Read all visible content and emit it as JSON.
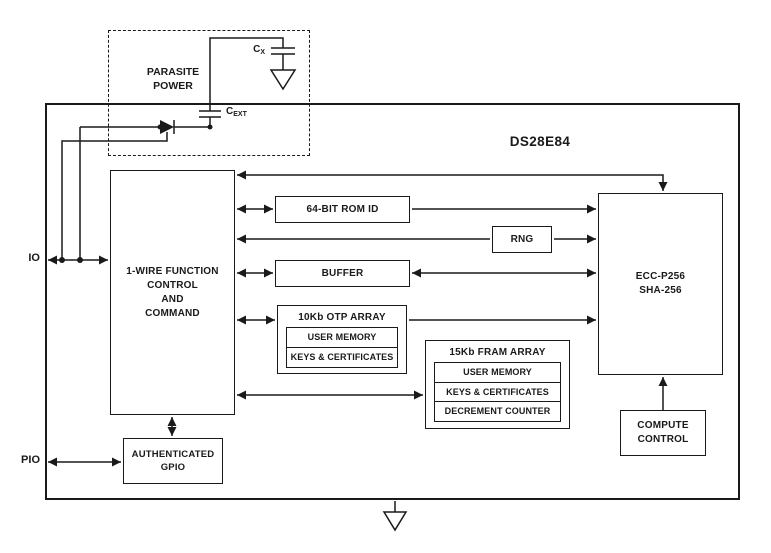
{
  "title": "DS28E84",
  "pins": {
    "io": "IO",
    "pio": "PIO"
  },
  "parasite": {
    "label_lines": [
      "PARASITE",
      "POWER"
    ],
    "cx": {
      "base": "C",
      "sub": "X"
    },
    "cext": {
      "base": "C",
      "sub": "EXT"
    }
  },
  "blocks": {
    "onewire": {
      "lines": [
        "1-WIRE FUNCTION",
        "CONTROL",
        "AND",
        "COMMAND"
      ]
    },
    "rom_id": {
      "label": "64-BIT ROM ID"
    },
    "rng": {
      "label": "RNG"
    },
    "buffer": {
      "label": "BUFFER"
    },
    "otp": {
      "title": "10Kb OTP ARRAY",
      "rows": [
        "USER MEMORY",
        "KEYS & CERTIFICATES"
      ]
    },
    "fram": {
      "title": "15Kb FRAM ARRAY",
      "rows": [
        "USER MEMORY",
        "KEYS & CERTIFICATES",
        "DECREMENT COUNTER"
      ]
    },
    "ecc": {
      "lines": [
        "ECC-P256",
        "SHA-256"
      ]
    },
    "compute": {
      "lines": [
        "COMPUTE",
        "CONTROL"
      ]
    },
    "gpio": {
      "lines": [
        "AUTHENTICATED",
        "GPIO"
      ]
    }
  },
  "colors": {
    "ink": "#1a1a1a",
    "background": "#ffffff"
  }
}
